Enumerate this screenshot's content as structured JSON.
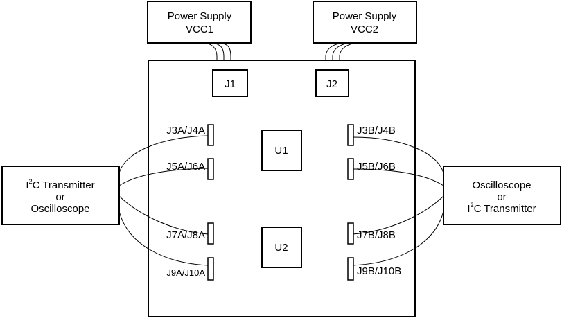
{
  "power_supply_1": {
    "line1": "Power Supply",
    "line2": "VCC1"
  },
  "power_supply_2": {
    "line1": "Power Supply",
    "line2": "VCC2"
  },
  "connectors": {
    "j1": "J1",
    "j2": "J2"
  },
  "ics": {
    "u1": "U1",
    "u2": "U2"
  },
  "jumpers": {
    "j3a_j4a": "J3A/J4A",
    "j5a_j6a": "J5A/J6A",
    "j7a_j8a": "J7A/J8A",
    "j9a_j10a": "J9A/J10A",
    "j3b_j4b": "J3B/J4B",
    "j5b_j6b": "J5B/J6B",
    "j7b_j8b": "J7B/J8B",
    "j9b_j10b": "J9B/J10B"
  },
  "left_instrument": {
    "line1_prefix": "I",
    "line1_sup": "2",
    "line1_rest": "C Transmitter",
    "line2": "or",
    "line3": "Oscilloscope"
  },
  "right_instrument": {
    "line1": "Oscilloscope",
    "line2": "or",
    "line3_prefix": "I",
    "line3_sup": "2",
    "line3_rest": "C Transmitter"
  },
  "colors": {
    "stroke": "#000000",
    "background": "#ffffff"
  }
}
